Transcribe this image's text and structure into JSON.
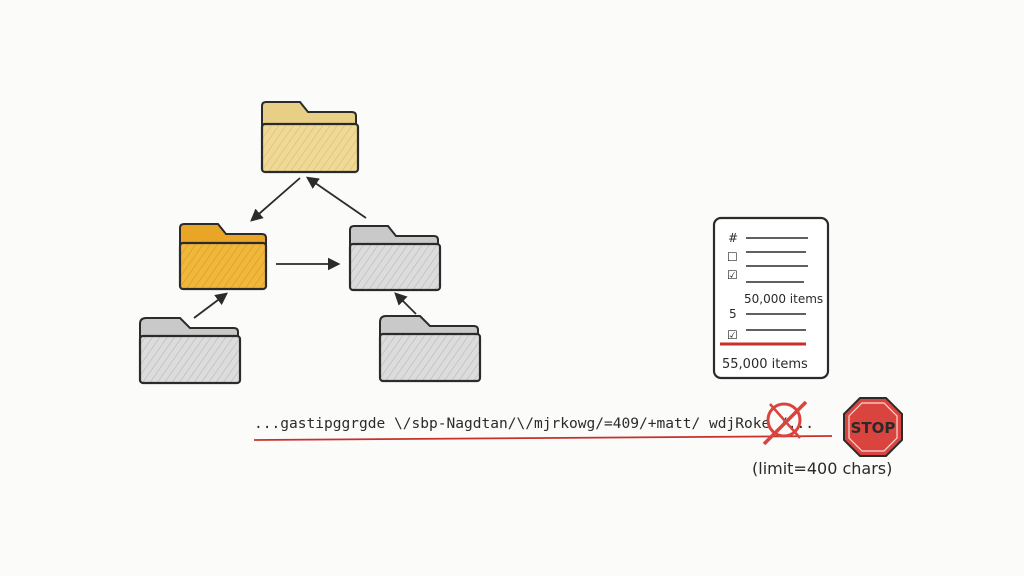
{
  "diagram": {
    "path_text": "...gastipggrgde \\/sbp-Nagdtan/\\/mjrkowg/=409/+matt/ wdjRoke /...",
    "limit_label": "(limit=400 chars)",
    "stop_sign_text": "STOP",
    "checklist": {
      "marks": [
        "#",
        "☐",
        "☑",
        "5",
        "☑"
      ],
      "label_1": "50,000 items",
      "label_2": "55,000 items"
    }
  },
  "colors": {
    "folder_orange": "#f0b73a",
    "folder_pale": "#efd995",
    "folder_gray": "#d8d8d8",
    "stroke": "#2b2b2b",
    "limit_red": "#c9302c",
    "stop_red": "#d9443e"
  }
}
